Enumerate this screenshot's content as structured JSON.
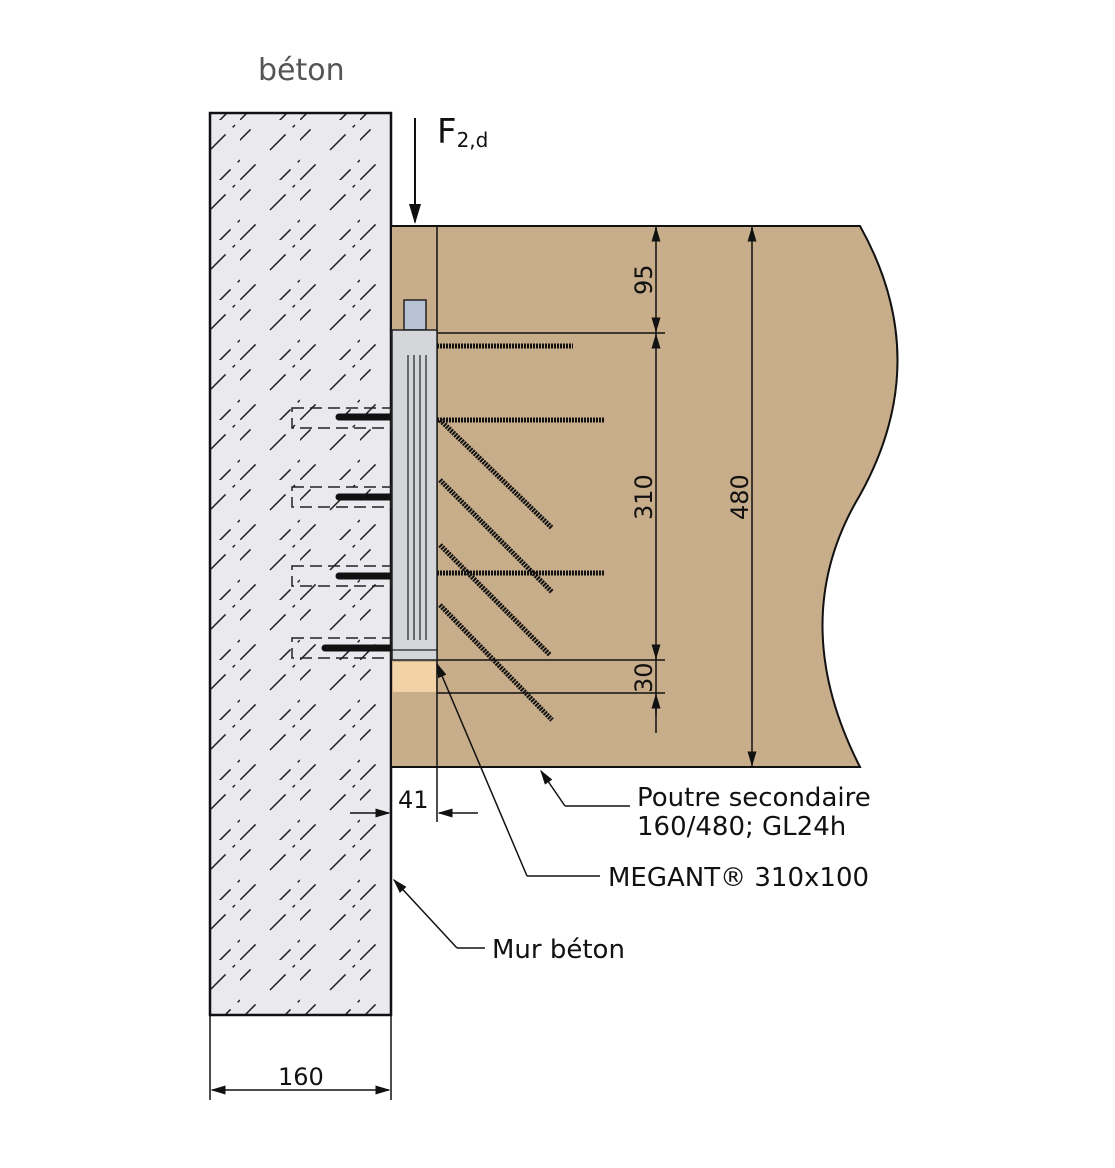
{
  "material_label": "béton",
  "force": {
    "symbol": "F",
    "subscript": "2,d"
  },
  "dimensions": {
    "top_offset": "95",
    "connector_height": "310",
    "bottom_offset": "30",
    "beam_height": "480",
    "gap": "41",
    "wall_thickness": "160"
  },
  "labels": {
    "beam_line1": "Poutre secondaire",
    "beam_line2": "160/480; GL24h",
    "connector": "MEGANT® 310x100",
    "wall": "Mur béton"
  },
  "colors": {
    "wood": "#c8ad8a",
    "concrete": "#e9e9ee",
    "steel": "#d4d6da"
  }
}
